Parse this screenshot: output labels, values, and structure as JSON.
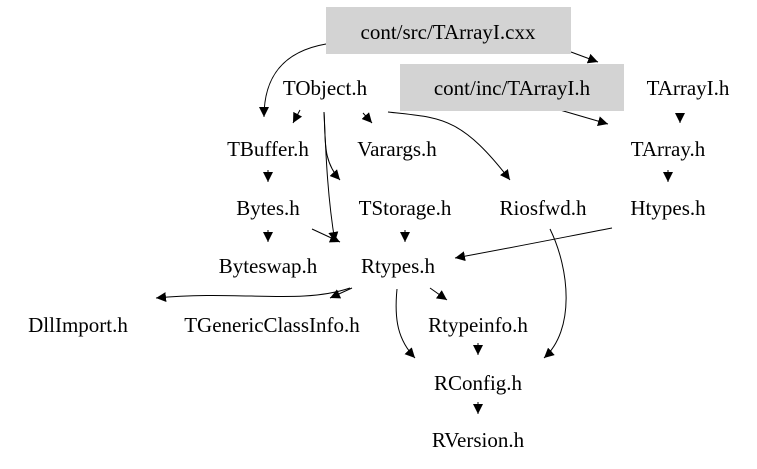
{
  "graph": {
    "nodes": {
      "src_cxx": "cont/src/TArrayI.cxx",
      "inc_h": "cont/inc/TArrayI.h",
      "tobject": "TObject.h",
      "tarrayi": "TArrayI.h",
      "tbuffer": "TBuffer.h",
      "varargs": "Varargs.h",
      "tarray": "TArray.h",
      "bytes": "Bytes.h",
      "tstorage": "TStorage.h",
      "riosfwd": "Riosfwd.h",
      "htypes": "Htypes.h",
      "byteswap": "Byteswap.h",
      "rtypes": "Rtypes.h",
      "dllimport": "DllImport.h",
      "tgenericclassinfo": "TGenericClassInfo.h",
      "rtypeinfo": "Rtypeinfo.h",
      "rconfig": "RConfig.h",
      "rversion": "RVersion.h"
    },
    "highlight_color": "#d3d3d3"
  }
}
